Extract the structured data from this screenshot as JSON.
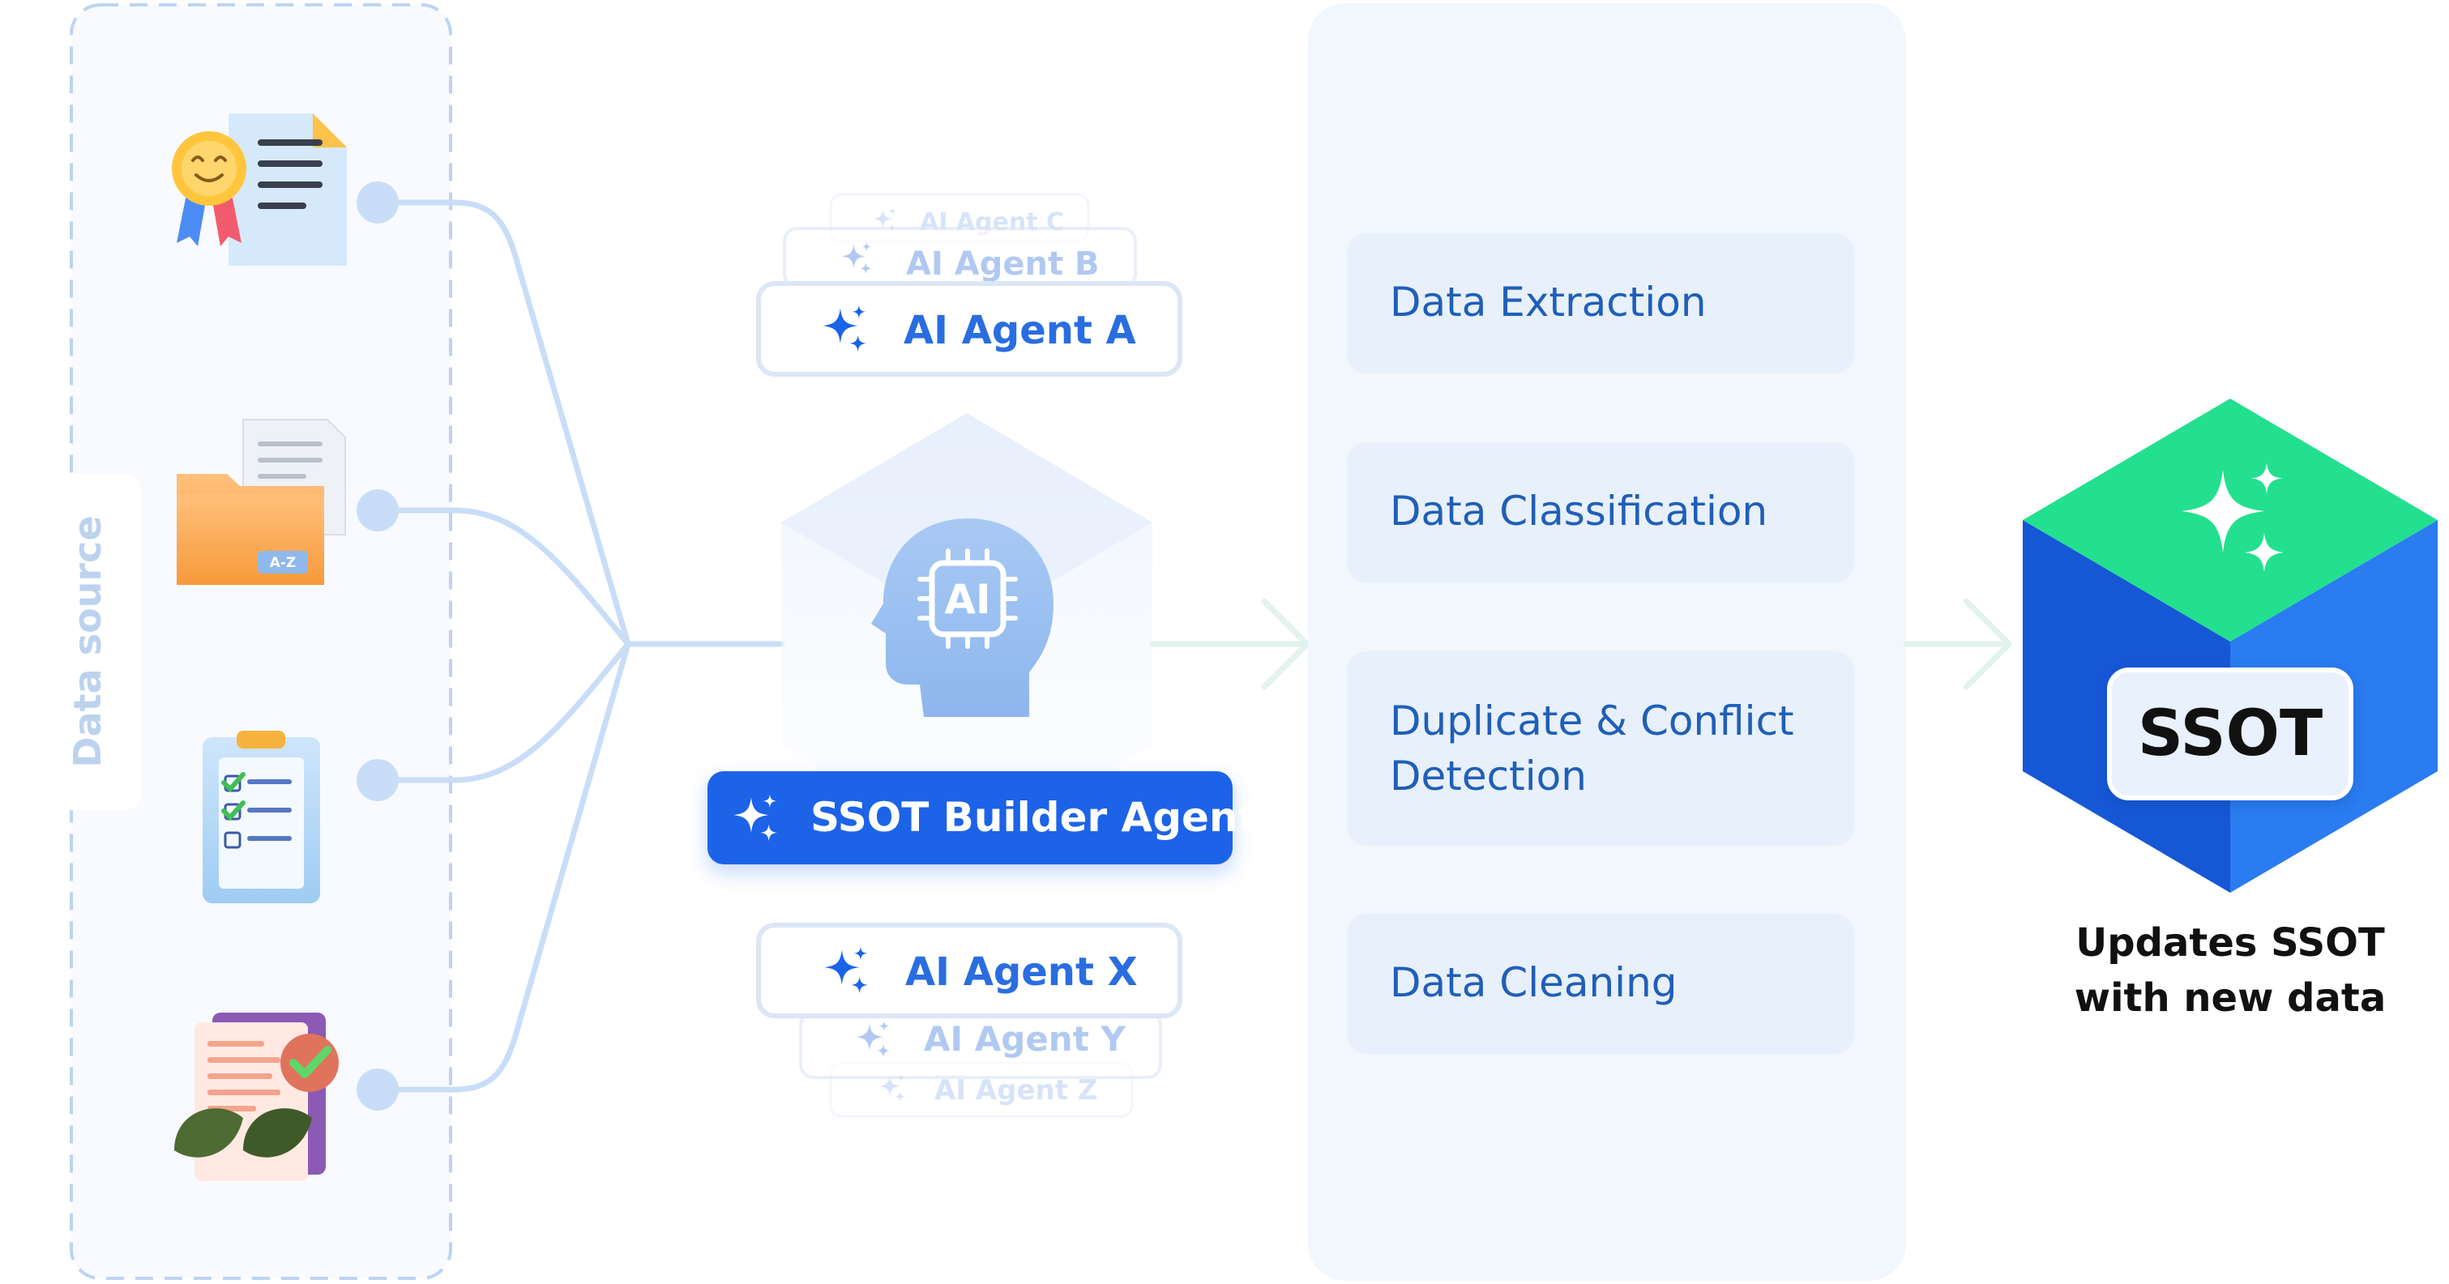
{
  "data_source": {
    "label": "Data source",
    "icons": [
      "certificate-icon",
      "folder-icon",
      "checklist-icon",
      "eco-document-icon"
    ]
  },
  "agents": {
    "above": [
      "AI Agent C",
      "AI Agent B",
      "AI Agent A"
    ],
    "builder": "SSOT Builder Agent",
    "below": [
      "AI Agent X",
      "AI Agent Y",
      "AI Agent Z"
    ],
    "core_icon": "ai-head-icon",
    "core_chip_text": "AI"
  },
  "process": {
    "steps": [
      [
        "Data Extraction"
      ],
      [
        "Data Classification"
      ],
      [
        "Duplicate & Conflict",
        "Detection"
      ],
      [
        "Data Cleaning"
      ]
    ]
  },
  "ssot": {
    "badge": "SSOT",
    "caption_lines": [
      "Updates SSOT",
      "with new data"
    ]
  },
  "colors": {
    "primary_blue": "#1a63e8",
    "agent_text": "#2a6de0",
    "step_text": "#1f5fb8",
    "connector": "#c9ddf8",
    "panel_bg": "#f2f6fd",
    "step_bg": "#e8f0fb",
    "cube_top": "#22e08f",
    "cube_left": "#1657d6",
    "cube_right": "#2a7cf0",
    "arrow": "#e2f2ec"
  }
}
